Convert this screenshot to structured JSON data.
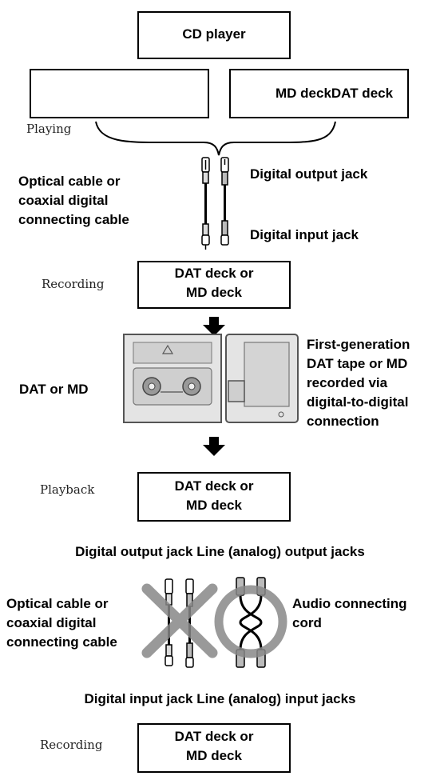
{
  "top": {
    "cd_player": "CD player",
    "md_dat_deck": "MD deckDAT deck",
    "playing": "Playing"
  },
  "cable1": {
    "left_label_lines": [
      "Optical cable or",
      "coaxial digital",
      "connecting cable"
    ],
    "output_jack": "Digital output jack",
    "input_jack": "Digital input jack"
  },
  "recording1": {
    "side": "Recording",
    "box_lines": [
      "DAT deck or",
      "MD deck"
    ]
  },
  "media": {
    "label": "DAT or MD",
    "desc_lines": [
      "First-generation",
      "DAT tape or MD",
      "recorded via",
      "digital-to-digital",
      "connection"
    ]
  },
  "playback": {
    "side": "Playback",
    "box_lines": [
      "DAT deck or",
      "MD deck"
    ]
  },
  "output_caption": "Digital output jack Line (analog) output jacks",
  "cable2": {
    "left_label_lines": [
      "Optical cable or",
      "coaxial digital",
      "connecting cable"
    ],
    "right_label_lines": [
      "Audio connecting",
      "cord"
    ]
  },
  "input_caption": "Digital input jack Line (analog) input jacks",
  "recording2": {
    "side": "Recording",
    "box_lines": [
      "DAT deck or",
      "MD deck"
    ]
  }
}
